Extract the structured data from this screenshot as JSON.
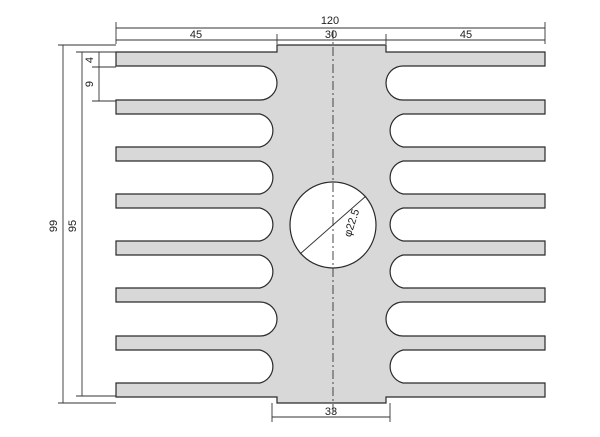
{
  "dimensions": {
    "overall_width": "120",
    "left_fin_length": "45",
    "core_width_top": "30",
    "right_fin_length": "45",
    "overall_height": "99",
    "fin_span_height": "95",
    "fin_thickness": "4",
    "fin_pitch": "9",
    "hole_diameter": "φ22.5",
    "core_width_bottom": "33"
  },
  "colors": {
    "body_fill": "#d8d8d8",
    "outline": "#2a2a2a",
    "dimension_line": "#333333"
  }
}
